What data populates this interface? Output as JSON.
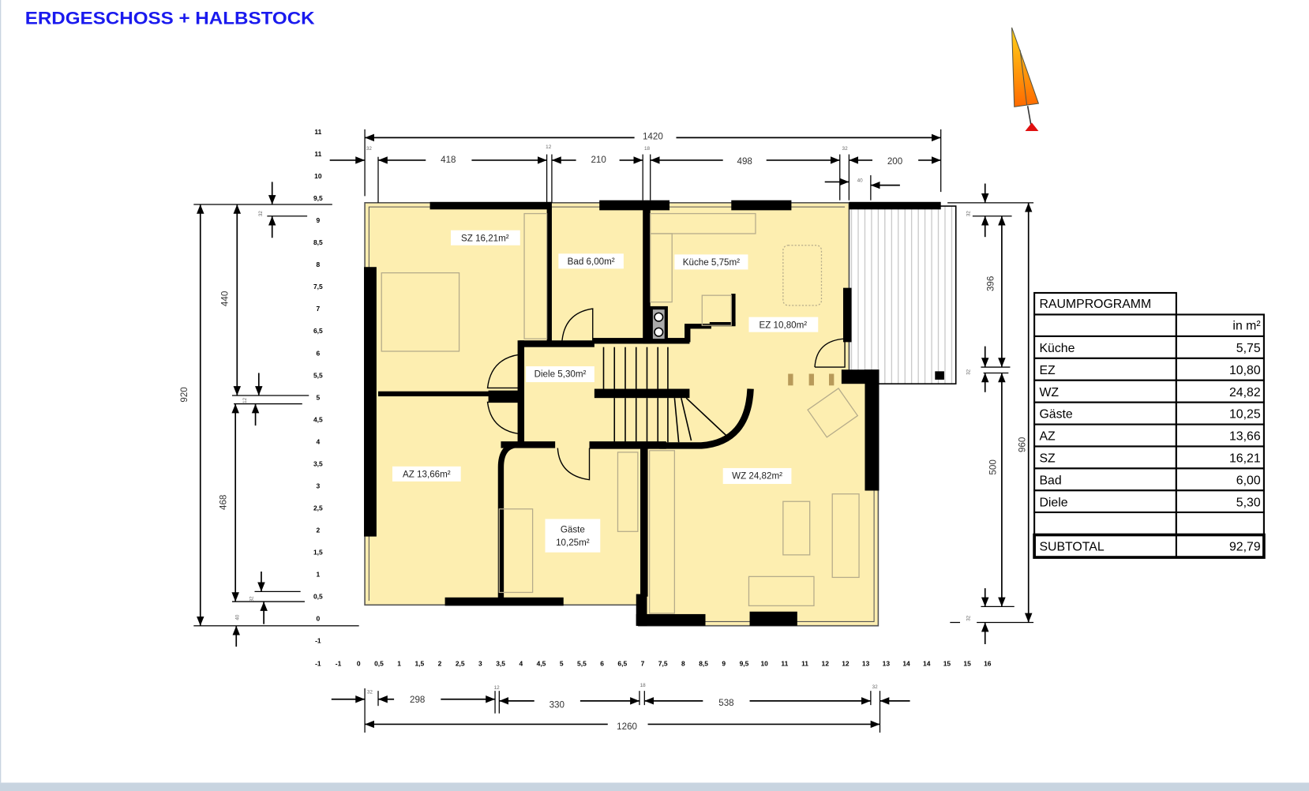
{
  "title": "ERDGESCHOSS + HALBSTOCK",
  "colors": {
    "title": "#1a1aee",
    "floor": "#fdeeb0",
    "wall": "#000000",
    "compass": "#ff8800"
  },
  "rooms": {
    "sz": "SZ  16,21m²",
    "bad": "Bad 6,00m²",
    "kueche": "Küche 5,75m²",
    "ez": "EZ  10,80m²",
    "diele": "Diele 5,30m²",
    "az": "AZ  13,66m²",
    "gaeste_name": "Gäste",
    "gaeste_area": "10,25m²",
    "wz": "WZ 24,82m²"
  },
  "dimensions": {
    "top_total": "1420",
    "top": [
      "418",
      "210",
      "498",
      "200"
    ],
    "top_small": [
      "32",
      "12",
      "18",
      "32",
      "40"
    ],
    "bottom_total": "1260",
    "bottom": [
      "298",
      "330",
      "538"
    ],
    "bottom_small": [
      "32",
      "12",
      "18",
      "32"
    ],
    "left_total": "920",
    "left": [
      "440",
      "468"
    ],
    "left_small": [
      "32",
      "12",
      "32",
      "40"
    ],
    "right_total": "960",
    "right": [
      "396",
      "500"
    ],
    "right_small": [
      "32",
      "32",
      "32"
    ]
  },
  "scale_left": [
    "11",
    "11",
    "10",
    "9,5",
    "9",
    "8,5",
    "8",
    "7,5",
    "7",
    "6,5",
    "6",
    "5,5",
    "5",
    "4,5",
    "4",
    "3,5",
    "3",
    "2,5",
    "2",
    "1,5",
    "1",
    "0,5",
    "0",
    "-1"
  ],
  "scale_bottom": [
    "-1",
    "-1",
    "0",
    "0,5",
    "1",
    "1,5",
    "2",
    "2,5",
    "3",
    "3,5",
    "4",
    "4,5",
    "5",
    "5,5",
    "6",
    "6,5",
    "7",
    "7,5",
    "8",
    "8,5",
    "9",
    "9,5",
    "10",
    "11",
    "11",
    "12",
    "12",
    "13",
    "13",
    "14",
    "14",
    "15",
    "15",
    "16"
  ],
  "table": {
    "title": "RAUMPROGRAMM",
    "unit": "in m²",
    "rows": [
      {
        "name": "Küche",
        "value": "5,75"
      },
      {
        "name": "EZ",
        "value": "10,80"
      },
      {
        "name": "WZ",
        "value": "24,82"
      },
      {
        "name": "Gäste",
        "value": "10,25"
      },
      {
        "name": "AZ",
        "value": "13,66"
      },
      {
        "name": "SZ",
        "value": "16,21"
      },
      {
        "name": "Bad",
        "value": "6,00"
      },
      {
        "name": "Diele",
        "value": "5,30"
      }
    ],
    "subtotal_label": "SUBTOTAL",
    "subtotal_value": "92,79"
  }
}
